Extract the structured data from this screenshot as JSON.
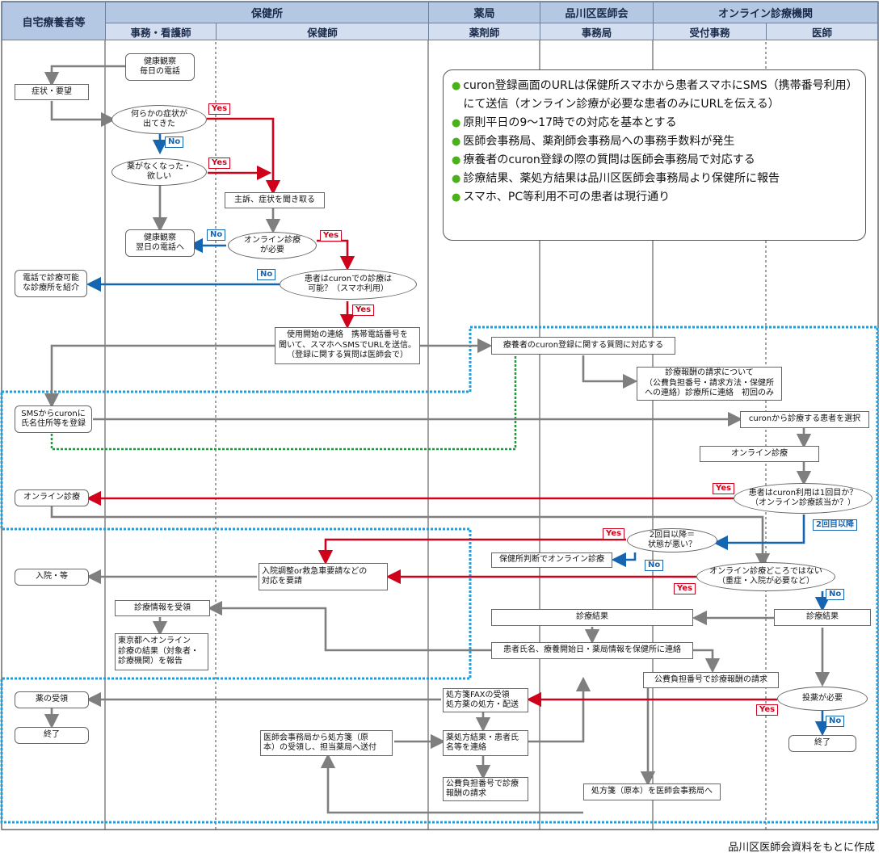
{
  "header": {
    "top": {
      "home": "自宅療養者等",
      "hc": "保健所",
      "ph": "薬局",
      "da": "品川区医師会",
      "oc": "オンライン診療機関"
    },
    "sub": {
      "hc_admin": "事務・看護師",
      "hc_nurse": "保健師",
      "ph": "薬剤師",
      "da": "事務局",
      "oc_rec": "受付事務",
      "oc_doc": "医師"
    }
  },
  "notes": [
    "curon登録画面のURLは保健所スマホから患者スマホにSMS（携帯番号利用）にて送信（オンライン診療が必要な患者のみにURLを伝える）",
    "原則平日の9～17時での対応を基本とする",
    "医師会事務局、薬剤師会事務局への事務手数料が発生",
    "療養者のcuron登録の際の質問は医師会事務局で対応する",
    "診療結果、薬処方結果は品川区医師会事務局より保健所に報告",
    "スマホ、PC等利用不可の患者は現行通り"
  ],
  "boxes": {
    "kenko_daily": "健康観察\n毎日の電話",
    "symptom": "症状・要望",
    "kenko_next": "健康観察\n翌日の電話へ",
    "shuso": "主訴、症状を聞き取る",
    "referral": "電話で診療可能\nな診療所を紹介",
    "start_contact": "使用開始の連絡　携帯電話番号を\n聞いて、スマホへSMSでURLを送信。\n（登録に関する質問は医師会で）",
    "curon_question": "療養者のcuron登録に関する質問に対応する",
    "fee_note": "診療報酬の請求について\n（公費負担番号・請求方法・保健所\nへの連絡）診療所に連絡　初回のみ",
    "sms_register": "SMSからcuronに\n氏名住所等を登録",
    "select_patient": "curonから診療する患者を選択",
    "online_oc": "オンライン診療",
    "online_home": "オンライン診療",
    "hc_online": "保健所判断でオンライン診療",
    "hospital": "入院・等",
    "hosp_arrange": "入院調整or救急車要請などの\n対応を要請",
    "receive_info": "診療情報を受領",
    "report_tokyo": "東京都へオンライン\n診療の結果（対象者・\n診療機関）を報告",
    "result_da": "診療結果",
    "result_doc": "診療結果",
    "contact_hc": "患者氏名、療養開始日・薬局情報を保健所に連絡",
    "fee_claim_da": "公費負担番号で診療報酬の請求",
    "rx_fax": "処方箋FAXの受領\n処方薬の処方・配送",
    "receive_med": "薬の受領",
    "end_home": "終了",
    "end_doc": "終了",
    "rx_original": "医師会事務局から処方箋（原\n本）の受領し、担当薬局へ送付",
    "rx_result": "薬処方結果・患者氏\n名等を連絡",
    "fee_claim_ph": "公費負担番号で診療\n報酬の請求",
    "rx_to_da": "処方箋（原本）を医師会事務局へ"
  },
  "decisions": {
    "new_symptom": "何らかの症状が\n出てきた",
    "drug_gone": "薬がなくなった・\n欲しい",
    "online_need": "オンライン診療\nが必要",
    "can_curon": "患者はcuronでの診療は\n可能？（スマホ利用）",
    "first_use": "患者はcuron利用は1回目か？\n（オンライン診療該当か？）",
    "second_worse": "2回目以降＝\n状態が悪い？",
    "not_online": "オンライン診療どころではない\n（重症・入院が必要など）",
    "need_drug": "投薬が必要"
  },
  "tags": {
    "yes": "Yes",
    "no": "No",
    "second_plus": "2回目以降"
  },
  "credit": "品川区医師会資料をもとに作成",
  "colors": {
    "red": "#d0021b",
    "blue": "#1565b0",
    "gray": "#7f7f7f",
    "green_dot": "#1e9a3a",
    "cyan_dot": "#1aa0e0",
    "header": "#b4c8e4",
    "bullet": "#4caf1c"
  }
}
